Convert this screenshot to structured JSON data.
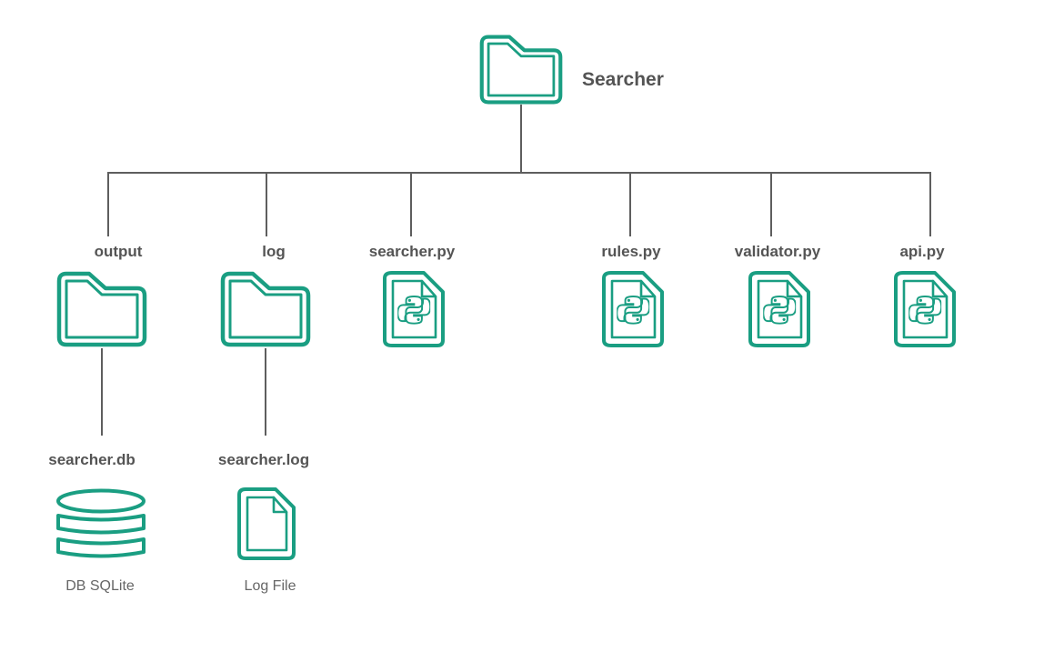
{
  "colors": {
    "accent": "#1a9e82",
    "line": "#5e5e5e",
    "label": "#545454",
    "caption": "#666666",
    "bg": "#ffffff"
  },
  "tree": {
    "root": {
      "label": "Searcher",
      "icon": "folder"
    },
    "children": [
      {
        "label": "output",
        "icon": "folder"
      },
      {
        "label": "log",
        "icon": "folder"
      },
      {
        "label": "searcher.py",
        "icon": "python-file"
      },
      {
        "label": "rules.py",
        "icon": "python-file"
      },
      {
        "label": "validator.py",
        "icon": "python-file"
      },
      {
        "label": "api.py",
        "icon": "python-file"
      }
    ],
    "grandchildren": [
      {
        "label": "searcher.db",
        "icon": "database",
        "caption": "DB SQLite",
        "parent": "output"
      },
      {
        "label": "searcher.log",
        "icon": "log-file",
        "caption": "Log File",
        "parent": "log"
      }
    ]
  }
}
